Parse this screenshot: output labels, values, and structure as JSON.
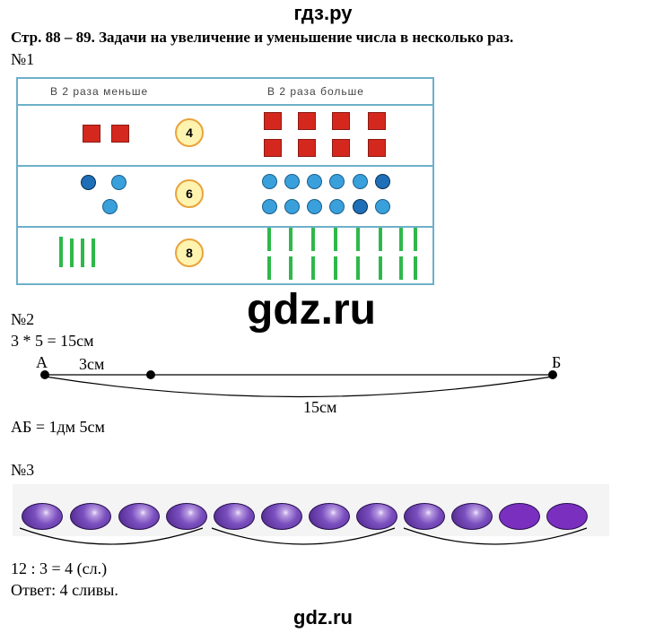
{
  "site_header": "гдз.ру",
  "page_title": "Стр. 88 – 89. Задачи на увеличение и уменьшение числа в несколько раз.",
  "task1": {
    "label": "№1",
    "header_left": "В 2 раза меньше",
    "header_right": "В 2 раза больше",
    "rows": [
      {
        "number": "4",
        "left_count": 2,
        "right_count": 8,
        "shape": "square"
      },
      {
        "number": "6",
        "left_count": 3,
        "right_count": 12,
        "shape": "circle"
      },
      {
        "number": "8",
        "left_count": 4,
        "right_count": 16,
        "shape": "stick"
      }
    ]
  },
  "watermark": "gdz.ru",
  "task2": {
    "label": "№2",
    "equation": "3 * 5 = 15см",
    "point_a": "А",
    "point_b": "Б",
    "segment_label": "3см",
    "total_label": "15см",
    "answer": "АБ = 1дм 5см"
  },
  "task3": {
    "label": "№3",
    "plum_count": 12,
    "group_size": 4,
    "equation": "12 : 3 = 4 (сл.)",
    "answer": "Ответ: 4 сливы."
  },
  "site_footer": "gdz.ru"
}
